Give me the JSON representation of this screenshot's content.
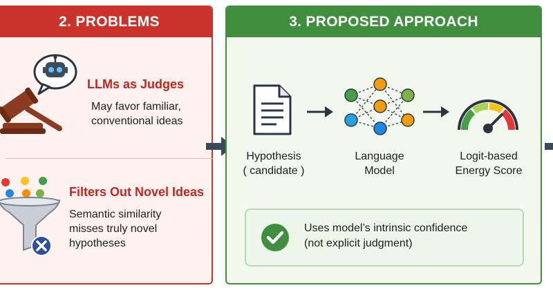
{
  "problems": {
    "header": "2. PROBLEMS",
    "items": [
      {
        "title": "LLMs as Judges",
        "desc_lines": [
          "May favor familiar,",
          "conventional ideas"
        ],
        "icon": "gavel-with-robot-icon"
      },
      {
        "title": "Filters Out Novel Ideas",
        "desc_lines": [
          "Semantic similarity",
          "misses truly novel",
          "hypotheses"
        ],
        "icon": "funnel-icon"
      }
    ]
  },
  "approach": {
    "header": "3. PROPOSED APPROACH",
    "flow": [
      {
        "label_lines": [
          "Hypothesis",
          "( candidate )"
        ],
        "icon": "document-icon"
      },
      {
        "label_lines": [
          "Language",
          "Model"
        ],
        "icon": "neural-network-icon"
      },
      {
        "label_lines": [
          "Logit-based",
          "Energy Score"
        ],
        "icon": "gauge-icon"
      }
    ],
    "callout": {
      "lines": [
        "Uses model’s intrinsic confidence",
        "(not explicit judgment)"
      ],
      "icon": "check-icon"
    }
  },
  "colors": {
    "problems_accent": "#c9332b",
    "approach_accent": "#3f8f3f",
    "connector": "#3a4a5a"
  }
}
